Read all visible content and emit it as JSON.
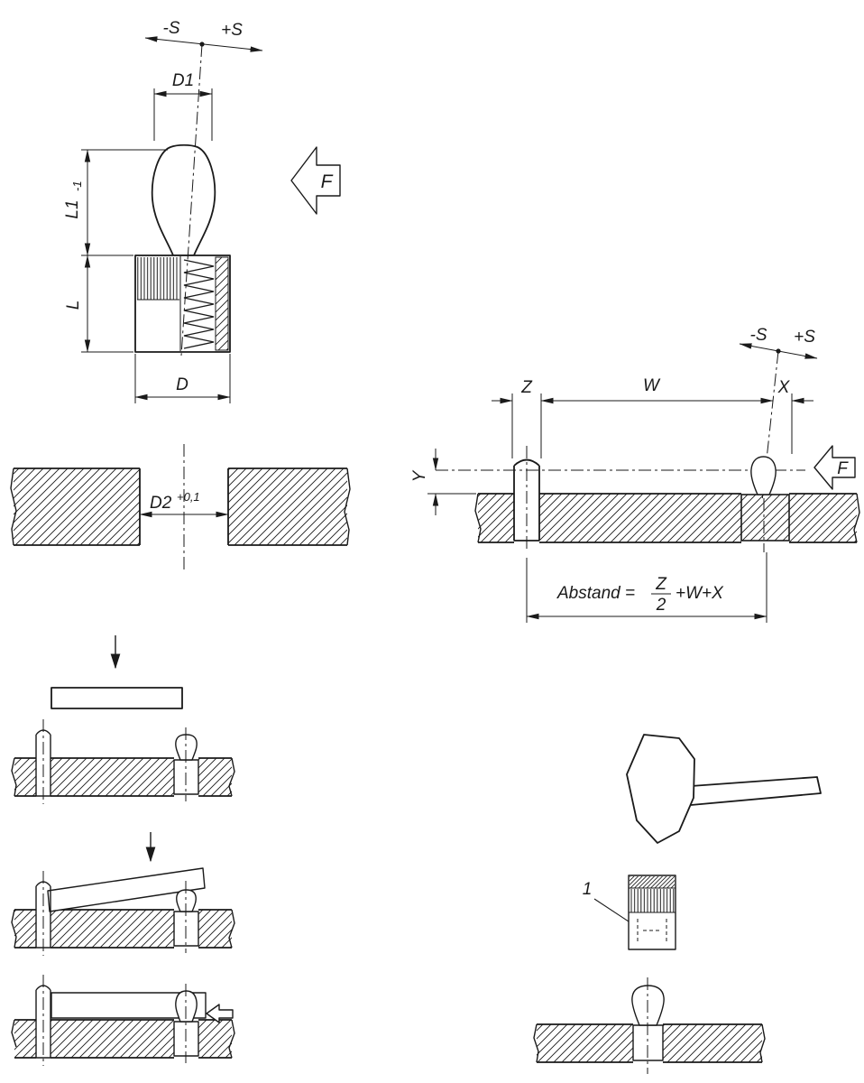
{
  "colors": {
    "line": "#1a1a1a",
    "background": "#ffffff"
  },
  "labels": {
    "minus_s": "-S",
    "plus_s": "+S",
    "d1": "D1",
    "l1": "L1",
    "l1_tol": "-1",
    "l": "L",
    "d": "D",
    "f_top": "F",
    "d2": "D2",
    "d2_tol": "+0,1",
    "minus_s_right": "-S",
    "plus_s_right": "+S",
    "z": "Z",
    "w": "W",
    "x": "X",
    "y": "Y",
    "f_right": "F",
    "abstand_prefix": "Abstand =",
    "abstand_frac_num": "Z",
    "abstand_frac_den": "2",
    "abstand_suffix": "+W+X",
    "part_ref": "1"
  }
}
